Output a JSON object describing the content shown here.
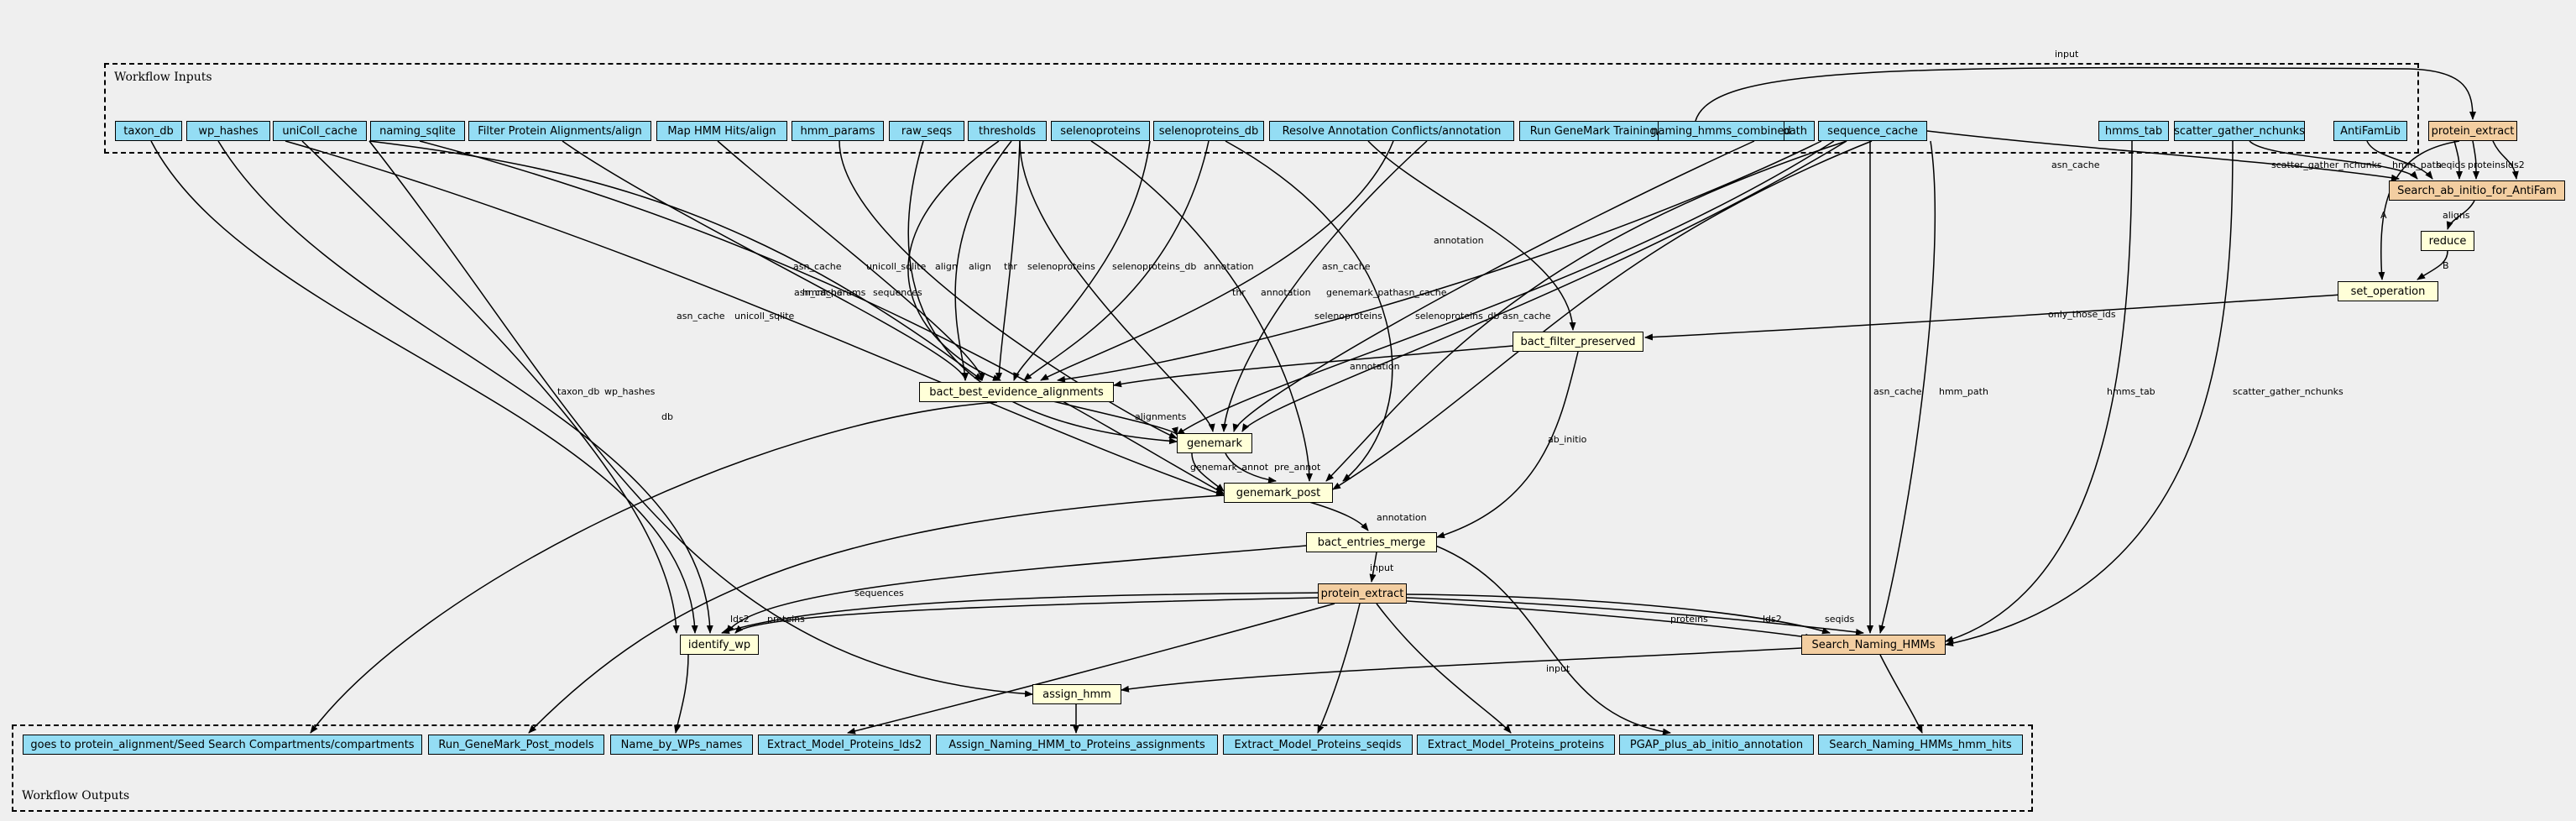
{
  "clusters": {
    "inputs_label": "Workflow Inputs",
    "outputs_label": "Workflow Outputs"
  },
  "inputs": [
    "taxon_db",
    "wp_hashes",
    "uniColl_cache",
    "naming_sqlite",
    "Filter Protein Alignments/align",
    "Map HMM Hits/align",
    "hmm_params",
    "raw_seqs",
    "thresholds",
    "selenoproteins",
    "selenoproteins_db",
    "Resolve Annotation Conflicts/annotation",
    "Run GeneMark Training/models",
    "genemark_path",
    "sequence_cache",
    "naming_hmms_combined",
    "hmms_tab",
    "scatter_gather_nchunks",
    "AntiFamLib"
  ],
  "outputs": [
    "goes to protein_alignment/Seed Search Compartments/compartments",
    "Run_GeneMark_Post_models",
    "Name_by_WPs_names",
    "Extract_Model_Proteins_lds2",
    "Assign_Naming_HMM_to_Proteins_assignments",
    "Extract_Model_Proteins_seqids",
    "Extract_Model_Proteins_proteins",
    "PGAP_plus_ab_initio_annotation",
    "Search_Naming_HMMs_hmm_hits"
  ],
  "steps": {
    "protein_extract_top": "protein_extract",
    "search_antifam": "Search_ab_initio_for_AntiFam",
    "reduce": "reduce",
    "set_operation": "set_operation",
    "bact_filter_preserved": "bact_filter_preserved",
    "bact_best_evidence": "bact_best_evidence_alignments",
    "genemark": "genemark",
    "genemark_post": "genemark_post",
    "bact_entries_merge": "bact_entries_merge",
    "protein_extract_mid": "protein_extract",
    "identify_wp": "identify_wp",
    "search_naming_hmms": "Search_Naming_HMMs",
    "assign_hmm": "assign_hmm"
  },
  "edge_labels": {
    "input_top": "input",
    "asn_cache_antifam": "asn_cache",
    "scatter_antifam": "scatter_gather_nchunks",
    "hmm_path_antifam": "hmm_path",
    "seqids": "seqids",
    "proteins": "proteins",
    "lds2": "lds2",
    "aligns": "aligns",
    "a": "A",
    "b": "B",
    "only_those_ids": "only_those_ids",
    "annotation_filter": "annotation",
    "annotation_be": "annotation",
    "asn_cache_be": "asn_cache",
    "unicoll_sqlite_be": "unicoll_sqlite",
    "align1": "align",
    "align2": "align",
    "thr_be": "thr",
    "selenoproteins_be": "selenoproteins",
    "selenoproteins_db_be": "selenoproteins_db",
    "annotation_be2": "annotation",
    "asn_cache_gm": "asn_cache",
    "hmm_params": "hmm_params",
    "sequences_gm": "sequences",
    "thr_gm": "thr",
    "annotation_gm": "annotation",
    "genemark_path": "genemark_path",
    "asn_cache_gm2": "asn_cache",
    "asn_cache_gp0": "asn_cache",
    "selenoproteins_gp": "selenoproteins",
    "selenoproteins_db_gp": "selenoproteins_db",
    "asn_cache_gp": "asn_cache",
    "unicoll_sqlite_gp": "unicoll_sqlite",
    "taxon_db": "taxon_db",
    "wp_hashes": "wp_hashes",
    "db": "db",
    "alignments": "alignments",
    "genemark_annot": "genemark_annot",
    "pre_annot": "pre_annot",
    "ab_initio": "ab_initio",
    "annotation_merge": "annotation",
    "asn_cache_snh": "asn_cache",
    "hmm_path_snh": "hmm_path",
    "hmms_tab": "hmms_tab",
    "scatter_snh": "scatter_gather_nchunks",
    "input_mid": "input",
    "sequences_wp": "sequences",
    "lds2_wp": "lds2",
    "proteins_wp": "proteins",
    "proteins_snh": "proteins",
    "lds2_snh": "lds2",
    "seqids_snh": "seqids",
    "input_assign": "input"
  }
}
